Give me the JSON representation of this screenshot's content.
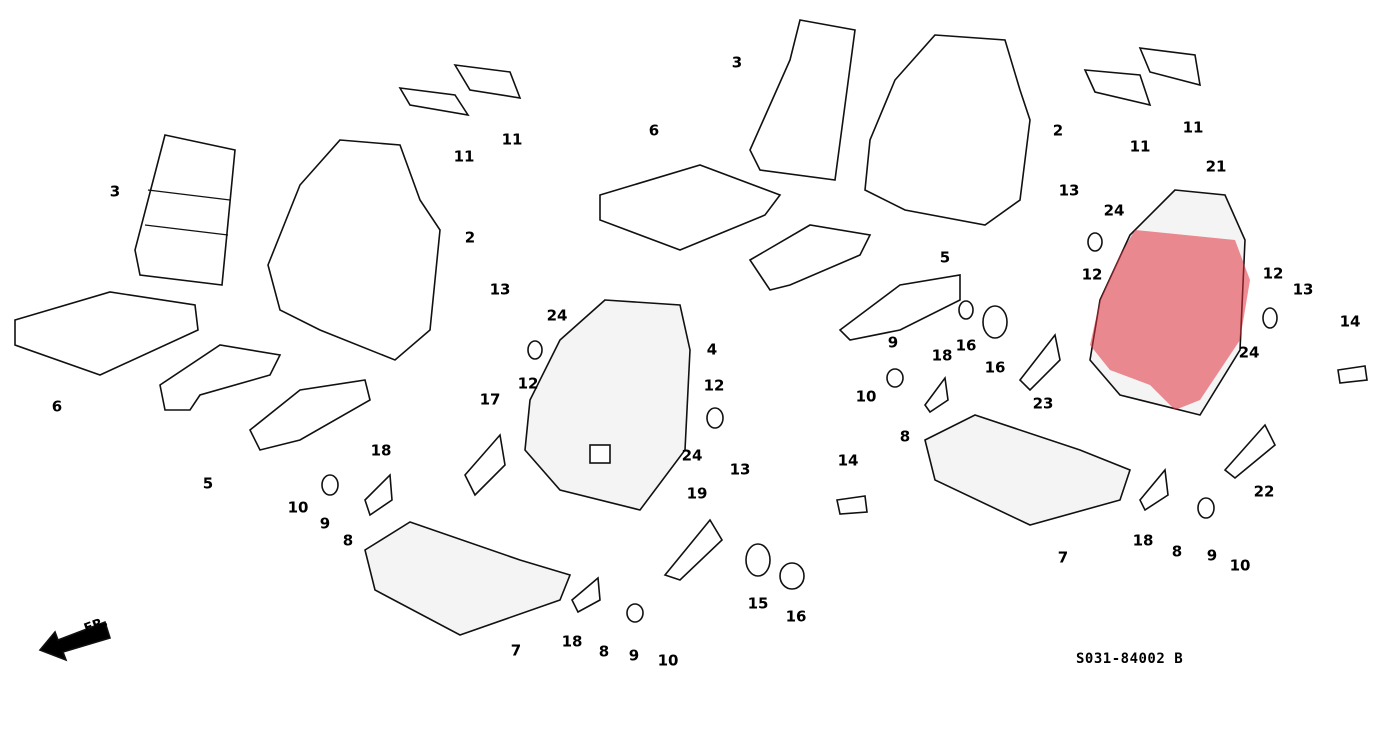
{
  "diagram_code": "S031-84002 B",
  "front_indicator": "FR.",
  "highlight_color": "#e0303a",
  "highlighted_part": "21",
  "callouts": [
    "3",
    "2",
    "11",
    "11",
    "6",
    "5",
    "13",
    "24",
    "12",
    "4",
    "12",
    "17",
    "18",
    "10",
    "9",
    "8",
    "24",
    "13",
    "19",
    "14",
    "7",
    "18",
    "8",
    "9",
    "10",
    "15",
    "16",
    "3",
    "6",
    "2",
    "11",
    "11",
    "21",
    "5",
    "13",
    "24",
    "12",
    "12",
    "13",
    "14",
    "24",
    "9",
    "18",
    "16",
    "16",
    "10",
    "8",
    "23",
    "7",
    "18",
    "8",
    "9",
    "10",
    "22"
  ]
}
